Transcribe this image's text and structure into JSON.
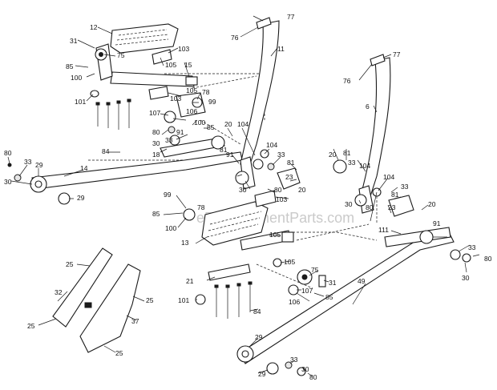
{
  "diagram": {
    "watermark": "eReplacementParts.com",
    "labels": [
      {
        "id": "l12a",
        "text": "12"
      },
      {
        "id": "l31a",
        "text": "31"
      },
      {
        "id": "l75a",
        "text": "75"
      },
      {
        "id": "l85a",
        "text": "85"
      },
      {
        "id": "l100a",
        "text": "100"
      },
      {
        "id": "l103a",
        "text": "103"
      },
      {
        "id": "l105a",
        "text": "105"
      },
      {
        "id": "l15",
        "text": "15"
      },
      {
        "id": "l101a",
        "text": "101"
      },
      {
        "id": "l103b",
        "text": "103"
      },
      {
        "id": "l105b",
        "text": "105"
      },
      {
        "id": "l78a",
        "text": "78"
      },
      {
        "id": "l99a",
        "text": "99"
      },
      {
        "id": "l107a",
        "text": "107"
      },
      {
        "id": "l106a",
        "text": "106"
      },
      {
        "id": "l100b",
        "text": "100"
      },
      {
        "id": "l85b",
        "text": "85"
      },
      {
        "id": "l80a",
        "text": "80"
      },
      {
        "id": "l30a",
        "text": "30"
      },
      {
        "id": "l33a",
        "text": "33"
      },
      {
        "id": "l91a",
        "text": "91"
      },
      {
        "id": "l84a",
        "text": "84"
      },
      {
        "id": "l18",
        "text": "18"
      },
      {
        "id": "l81a",
        "text": "81"
      },
      {
        "id": "l80b",
        "text": "80"
      },
      {
        "id": "l33b",
        "text": "33"
      },
      {
        "id": "l29a",
        "text": "29"
      },
      {
        "id": "l30b",
        "text": "30"
      },
      {
        "id": "l14",
        "text": "14"
      },
      {
        "id": "l29b",
        "text": "29"
      },
      {
        "id": "l77a",
        "text": "77"
      },
      {
        "id": "l76a",
        "text": "76"
      },
      {
        "id": "l11",
        "text": "11"
      },
      {
        "id": "l20a",
        "text": "20"
      },
      {
        "id": "l104a",
        "text": "104"
      },
      {
        "id": "l104b",
        "text": "104"
      },
      {
        "id": "l33c",
        "text": "33"
      },
      {
        "id": "l81b",
        "text": "81"
      },
      {
        "id": "l91b",
        "text": "91"
      },
      {
        "id": "l23a",
        "text": "23"
      },
      {
        "id": "l30c",
        "text": "30"
      },
      {
        "id": "l80c",
        "text": "80"
      },
      {
        "id": "l20b",
        "text": "20"
      },
      {
        "id": "l77b",
        "text": "77"
      },
      {
        "id": "l76b",
        "text": "76"
      },
      {
        "id": "l6",
        "text": "6"
      },
      {
        "id": "l20c",
        "text": "20"
      },
      {
        "id": "l81c",
        "text": "81"
      },
      {
        "id": "l33d",
        "text": "33"
      },
      {
        "id": "l104c",
        "text": "104"
      },
      {
        "id": "l104d",
        "text": "104"
      },
      {
        "id": "l33e",
        "text": "33"
      },
      {
        "id": "l81d",
        "text": "81"
      },
      {
        "id": "l30d",
        "text": "30"
      },
      {
        "id": "l80d",
        "text": "80"
      },
      {
        "id": "l23b",
        "text": "23"
      },
      {
        "id": "l20d",
        "text": "20"
      },
      {
        "id": "l111",
        "text": "111"
      },
      {
        "id": "l91c",
        "text": "91"
      },
      {
        "id": "l33f",
        "text": "33"
      },
      {
        "id": "l80e",
        "text": "80"
      },
      {
        "id": "l30e",
        "text": "30"
      },
      {
        "id": "l99b",
        "text": "99"
      },
      {
        "id": "l78b",
        "text": "78"
      },
      {
        "id": "l85c",
        "text": "85"
      },
      {
        "id": "l100c",
        "text": "100"
      },
      {
        "id": "l103c",
        "text": "103"
      },
      {
        "id": "l13",
        "text": "13"
      },
      {
        "id": "l105c",
        "text": "105"
      },
      {
        "id": "l105d",
        "text": "105"
      },
      {
        "id": "l21",
        "text": "21"
      },
      {
        "id": "l101b",
        "text": "101"
      },
      {
        "id": "l75b",
        "text": "75"
      },
      {
        "id": "l31b",
        "text": "31"
      },
      {
        "id": "l107b",
        "text": "107"
      },
      {
        "id": "l106b",
        "text": "106"
      },
      {
        "id": "l85d",
        "text": "85"
      },
      {
        "id": "l84b",
        "text": "84"
      },
      {
        "id": "l49",
        "text": "49"
      },
      {
        "id": "l25a",
        "text": "25"
      },
      {
        "id": "l32",
        "text": "32"
      },
      {
        "id": "l25b",
        "text": "25"
      },
      {
        "id": "l25c",
        "text": "25"
      },
      {
        "id": "l37",
        "text": "37"
      },
      {
        "id": "l25d",
        "text": "25"
      },
      {
        "id": "l29c",
        "text": "29"
      },
      {
        "id": "l29d",
        "text": "29"
      },
      {
        "id": "l33g",
        "text": "33"
      },
      {
        "id": "l30f",
        "text": "30"
      },
      {
        "id": "l80f",
        "text": "80"
      }
    ]
  }
}
